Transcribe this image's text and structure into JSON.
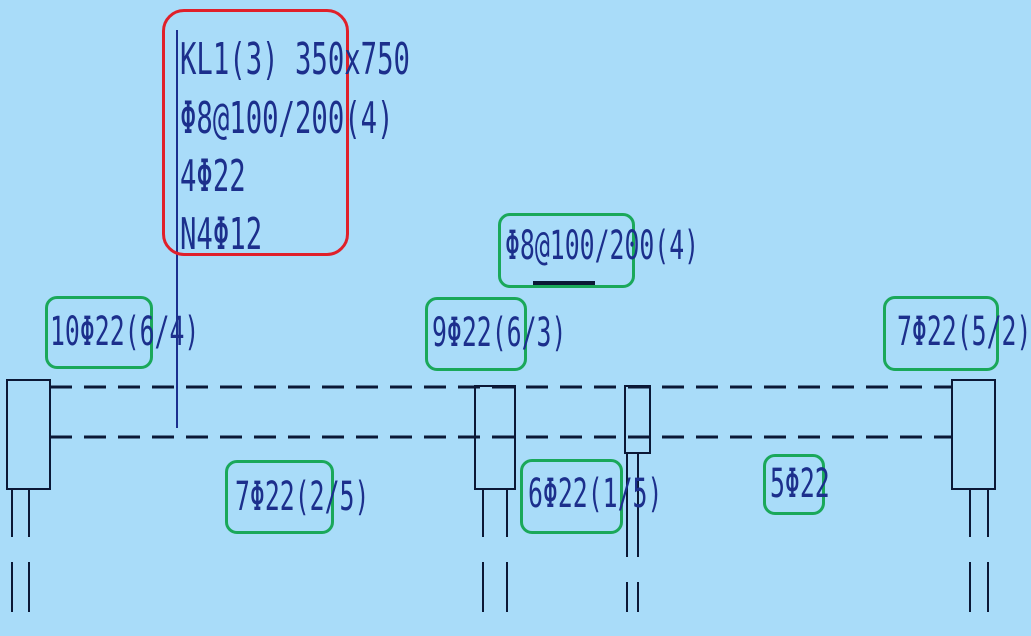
{
  "beam_label": {
    "lines": [
      "KL1(3) 350x750",
      "Φ8@100/200(4)",
      "4Φ22",
      "N4Φ12"
    ]
  },
  "annotations": {
    "mid_stirrup": "Φ8@100/200(4)",
    "top_left": "10Φ22(6/4)",
    "top_mid": "9Φ22(6/3)",
    "top_right": "7Φ22(5/2)",
    "bottom_span1": "7Φ22(2/5)",
    "bottom_span2": "6Φ22(1/5)",
    "bottom_span3": "5Φ22"
  },
  "colors": {
    "background": "#a9dcf9",
    "line": "#0b1836",
    "text": "#1c2f8c",
    "highlight_red": "#e0202a",
    "highlight_green": "#1aa85a"
  }
}
